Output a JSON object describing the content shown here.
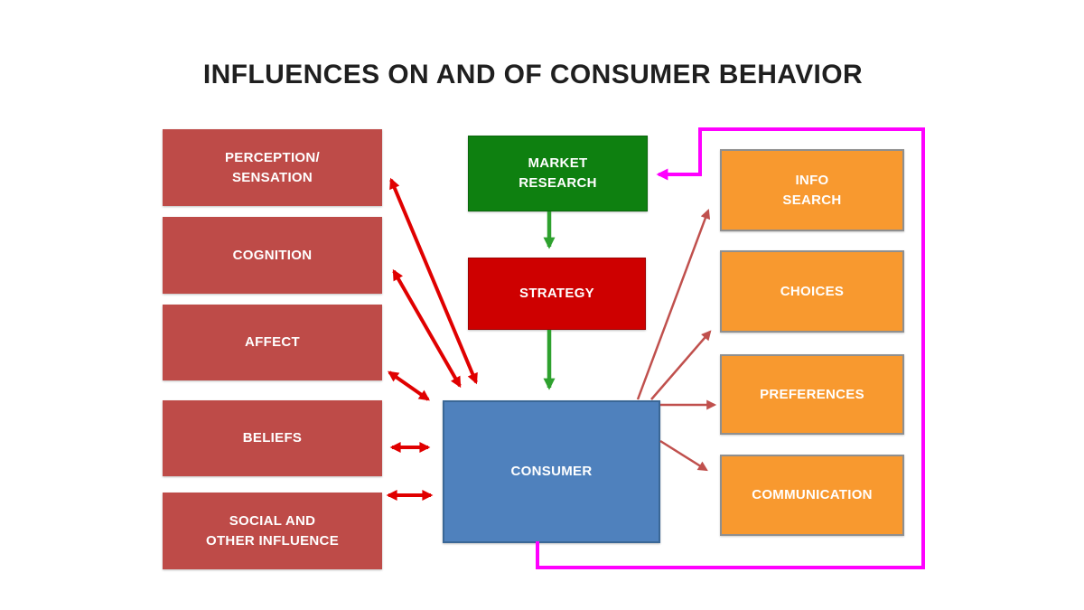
{
  "title": "INFLUENCES ON AND OF CONSUMER BEHAVIOR",
  "influences": {
    "items": [
      {
        "label": "PERCEPTION/\nSENSATION"
      },
      {
        "label": "COGNITION"
      },
      {
        "label": "AFFECT"
      },
      {
        "label": "BELIEFS"
      },
      {
        "label": "SOCIAL AND\nOTHER INFLUENCE"
      }
    ]
  },
  "process": {
    "market_research": "MARKET\nRESEARCH",
    "strategy": "STRATEGY",
    "consumer": "CONSUMER"
  },
  "outcomes": {
    "items": [
      {
        "label": "INFO\nSEARCH"
      },
      {
        "label": "CHOICES"
      },
      {
        "label": "PREFERENCES"
      },
      {
        "label": "COMMUNICATION"
      }
    ]
  },
  "colors": {
    "influence_box": "#BE4B48",
    "market_research_box": "#0E8010",
    "strategy_box": "#CE0000",
    "consumer_box": "#4F81BD",
    "outcome_box": "#F8992F",
    "outcome_border": "#8F8F8F",
    "feedback_loop": "#FF00FF",
    "influence_arrow": "#E00000",
    "outcome_arrow": "#C0504D",
    "process_arrow": "#2EA12E",
    "title_text": "#1F1F1F"
  }
}
